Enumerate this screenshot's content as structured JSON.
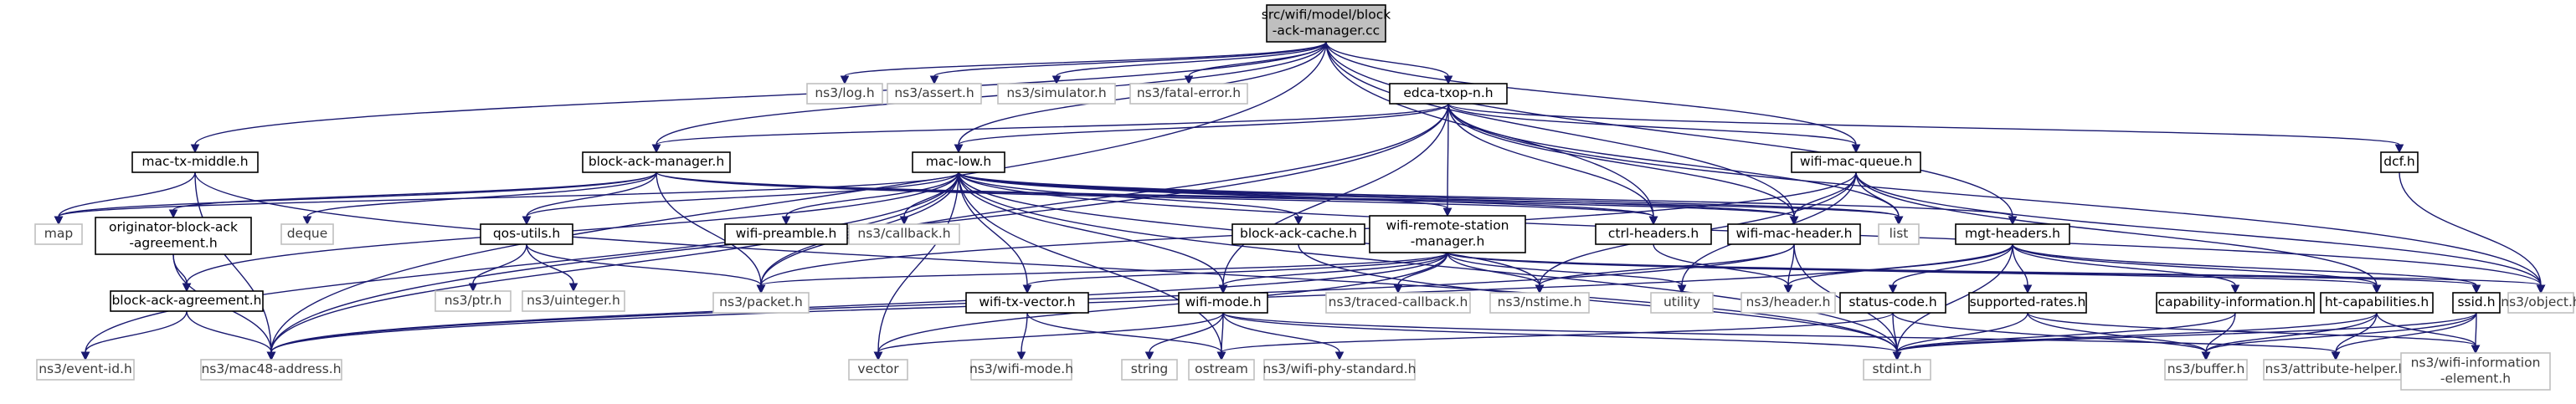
{
  "diagram": {
    "type": "include-dependency-graph",
    "colors": {
      "root_fill": "#bfbfbf",
      "root_stroke": "#000000",
      "node_stroke": "#000000",
      "external_stroke": "#bfbfbf",
      "external_text": "#3a3a3a",
      "edge": "#191970"
    },
    "nodes": [
      {
        "id": "root",
        "lines": [
          "src/wifi/model/block",
          "-ack-manager.cc"
        ],
        "kind": "root"
      },
      {
        "id": "ns3log",
        "lines": [
          "ns3/log.h"
        ],
        "kind": "external"
      },
      {
        "id": "ns3assert",
        "lines": [
          "ns3/assert.h"
        ],
        "kind": "external"
      },
      {
        "id": "ns3simulator",
        "lines": [
          "ns3/simulator.h"
        ],
        "kind": "external"
      },
      {
        "id": "ns3fatal",
        "lines": [
          "ns3/fatal-error.h"
        ],
        "kind": "external"
      },
      {
        "id": "edca",
        "lines": [
          "edca-txop-n.h"
        ],
        "kind": "internal"
      },
      {
        "id": "macmid",
        "lines": [
          "mac-tx-middle.h"
        ],
        "kind": "internal"
      },
      {
        "id": "bam",
        "lines": [
          "block-ack-manager.h"
        ],
        "kind": "internal"
      },
      {
        "id": "maclow",
        "lines": [
          "mac-low.h"
        ],
        "kind": "internal"
      },
      {
        "id": "wmq",
        "lines": [
          "wifi-mac-queue.h"
        ],
        "kind": "internal"
      },
      {
        "id": "dcf",
        "lines": [
          "dcf.h"
        ],
        "kind": "internal"
      },
      {
        "id": "map",
        "lines": [
          "map"
        ],
        "kind": "external"
      },
      {
        "id": "oba",
        "lines": [
          "originator-block-ack",
          "-agreement.h"
        ],
        "kind": "internal"
      },
      {
        "id": "deque",
        "lines": [
          "deque"
        ],
        "kind": "external"
      },
      {
        "id": "qos",
        "lines": [
          "qos-utils.h"
        ],
        "kind": "internal"
      },
      {
        "id": "wpre",
        "lines": [
          "wifi-preamble.h"
        ],
        "kind": "internal"
      },
      {
        "id": "ns3cb",
        "lines": [
          "ns3/callback.h"
        ],
        "kind": "external"
      },
      {
        "id": "bac",
        "lines": [
          "block-ack-cache.h"
        ],
        "kind": "internal"
      },
      {
        "id": "wrsm",
        "lines": [
          "wifi-remote-station",
          "-manager.h"
        ],
        "kind": "internal"
      },
      {
        "id": "ctrl",
        "lines": [
          "ctrl-headers.h"
        ],
        "kind": "internal"
      },
      {
        "id": "wmh",
        "lines": [
          "wifi-mac-header.h"
        ],
        "kind": "internal"
      },
      {
        "id": "list",
        "lines": [
          "list"
        ],
        "kind": "external"
      },
      {
        "id": "mgt",
        "lines": [
          "mgt-headers.h"
        ],
        "kind": "internal"
      },
      {
        "id": "baa",
        "lines": [
          "block-ack-agreement.h"
        ],
        "kind": "internal"
      },
      {
        "id": "ns3ptr",
        "lines": [
          "ns3/ptr.h"
        ],
        "kind": "external"
      },
      {
        "id": "ns3uint",
        "lines": [
          "ns3/uinteger.h"
        ],
        "kind": "external"
      },
      {
        "id": "ns3packet",
        "lines": [
          "ns3/packet.h"
        ],
        "kind": "external"
      },
      {
        "id": "wtv",
        "lines": [
          "wifi-tx-vector.h"
        ],
        "kind": "internal"
      },
      {
        "id": "wmode",
        "lines": [
          "wifi-mode.h"
        ],
        "kind": "internal"
      },
      {
        "id": "ns3tcb",
        "lines": [
          "ns3/traced-callback.h"
        ],
        "kind": "external"
      },
      {
        "id": "ns3nstime",
        "lines": [
          "ns3/nstime.h"
        ],
        "kind": "external"
      },
      {
        "id": "utility",
        "lines": [
          "utility"
        ],
        "kind": "external"
      },
      {
        "id": "ns3header",
        "lines": [
          "ns3/header.h"
        ],
        "kind": "external"
      },
      {
        "id": "status",
        "lines": [
          "status-code.h"
        ],
        "kind": "internal"
      },
      {
        "id": "suprates",
        "lines": [
          "supported-rates.h"
        ],
        "kind": "internal"
      },
      {
        "id": "capinfo",
        "lines": [
          "capability-information.h"
        ],
        "kind": "internal"
      },
      {
        "id": "htcap",
        "lines": [
          "ht-capabilities.h"
        ],
        "kind": "internal"
      },
      {
        "id": "ssid",
        "lines": [
          "ssid.h"
        ],
        "kind": "internal"
      },
      {
        "id": "ns3object",
        "lines": [
          "ns3/object.h"
        ],
        "kind": "external"
      },
      {
        "id": "ns3eventid",
        "lines": [
          "ns3/event-id.h"
        ],
        "kind": "external"
      },
      {
        "id": "ns3mac48",
        "lines": [
          "ns3/mac48-address.h"
        ],
        "kind": "external"
      },
      {
        "id": "vector",
        "lines": [
          "vector"
        ],
        "kind": "external"
      },
      {
        "id": "ns3wifimode",
        "lines": [
          "ns3/wifi-mode.h"
        ],
        "kind": "external"
      },
      {
        "id": "string",
        "lines": [
          "string"
        ],
        "kind": "external"
      },
      {
        "id": "ostream",
        "lines": [
          "ostream"
        ],
        "kind": "external"
      },
      {
        "id": "ns3wps",
        "lines": [
          "ns3/wifi-phy-standard.h"
        ],
        "kind": "external"
      },
      {
        "id": "stdint",
        "lines": [
          "stdint.h"
        ],
        "kind": "external"
      },
      {
        "id": "ns3buffer",
        "lines": [
          "ns3/buffer.h"
        ],
        "kind": "external"
      },
      {
        "id": "ns3attr",
        "lines": [
          "ns3/attribute-helper.h"
        ],
        "kind": "external"
      },
      {
        "id": "ns3wie",
        "lines": [
          "ns3/wifi-information",
          "-element.h"
        ],
        "kind": "external"
      }
    ],
    "edges": [
      [
        "root",
        "ns3log"
      ],
      [
        "root",
        "ns3assert"
      ],
      [
        "root",
        "ns3simulator"
      ],
      [
        "root",
        "ns3fatal"
      ],
      [
        "root",
        "edca"
      ],
      [
        "root",
        "macmid"
      ],
      [
        "root",
        "bam"
      ],
      [
        "root",
        "maclow"
      ],
      [
        "root",
        "wmq"
      ],
      [
        "root",
        "ctrl"
      ],
      [
        "root",
        "wmh"
      ],
      [
        "root",
        "mgt"
      ],
      [
        "root",
        "ns3mac48"
      ],
      [
        "edca",
        "bam"
      ],
      [
        "edca",
        "maclow"
      ],
      [
        "edca",
        "wmq"
      ],
      [
        "edca",
        "dcf"
      ],
      [
        "edca",
        "wrsm"
      ],
      [
        "edca",
        "ctrl"
      ],
      [
        "edca",
        "wmh"
      ],
      [
        "edca",
        "list"
      ],
      [
        "edca",
        "ns3packet"
      ],
      [
        "edca",
        "ns3mac48"
      ],
      [
        "edca",
        "ns3object"
      ],
      [
        "edca",
        "wmode"
      ],
      [
        "macmid",
        "map"
      ],
      [
        "macmid",
        "ns3mac48"
      ],
      [
        "macmid",
        "stdint"
      ],
      [
        "bam",
        "map"
      ],
      [
        "bam",
        "oba"
      ],
      [
        "bam",
        "deque"
      ],
      [
        "bam",
        "qos"
      ],
      [
        "bam",
        "ns3packet"
      ],
      [
        "bam",
        "ctrl"
      ],
      [
        "bam",
        "wmh"
      ],
      [
        "bam",
        "list"
      ],
      [
        "maclow",
        "map"
      ],
      [
        "maclow",
        "vector"
      ],
      [
        "maclow",
        "qos"
      ],
      [
        "maclow",
        "wpre"
      ],
      [
        "maclow",
        "ns3cb"
      ],
      [
        "maclow",
        "bac"
      ],
      [
        "maclow",
        "wrsm"
      ],
      [
        "maclow",
        "ctrl"
      ],
      [
        "maclow",
        "wmh"
      ],
      [
        "maclow",
        "list"
      ],
      [
        "maclow",
        "mgt"
      ],
      [
        "maclow",
        "baa"
      ],
      [
        "maclow",
        "ns3packet"
      ],
      [
        "maclow",
        "wtv"
      ],
      [
        "maclow",
        "wmode"
      ],
      [
        "maclow",
        "ns3nstime"
      ],
      [
        "maclow",
        "ns3eventid"
      ],
      [
        "maclow",
        "ns3mac48"
      ],
      [
        "maclow",
        "ostream"
      ],
      [
        "maclow",
        "stdint"
      ],
      [
        "maclow",
        "ns3object"
      ],
      [
        "wmq",
        "list"
      ],
      [
        "wmq",
        "utility"
      ],
      [
        "wmq",
        "wmh"
      ],
      [
        "wmq",
        "ns3nstime"
      ],
      [
        "wmq",
        "ns3packet"
      ],
      [
        "wmq",
        "ns3object"
      ],
      [
        "wmq",
        "htcap"
      ],
      [
        "dcf",
        "ns3object"
      ],
      [
        "oba",
        "baa"
      ],
      [
        "oba",
        "ns3mac48"
      ],
      [
        "qos",
        "ns3ptr"
      ],
      [
        "qos",
        "ns3uint"
      ],
      [
        "qos",
        "ns3packet"
      ],
      [
        "bac",
        "stdint"
      ],
      [
        "wrsm",
        "vector"
      ],
      [
        "wrsm",
        "utility"
      ],
      [
        "wrsm",
        "wtv"
      ],
      [
        "wrsm",
        "wmode"
      ],
      [
        "wrsm",
        "ns3tcb"
      ],
      [
        "wrsm",
        "ns3nstime"
      ],
      [
        "wrsm",
        "ns3packet"
      ],
      [
        "wrsm",
        "ns3mac48"
      ],
      [
        "wrsm",
        "ns3object"
      ],
      [
        "wrsm",
        "htcap"
      ],
      [
        "wrsm",
        "ssid"
      ],
      [
        "ctrl",
        "ns3header"
      ],
      [
        "wmh",
        "ns3header"
      ],
      [
        "wmh",
        "ns3nstime"
      ],
      [
        "wmh",
        "ns3mac48"
      ],
      [
        "wmh",
        "stdint"
      ],
      [
        "mgt",
        "ns3header"
      ],
      [
        "mgt",
        "status"
      ],
      [
        "mgt",
        "suprates"
      ],
      [
        "mgt",
        "capinfo"
      ],
      [
        "mgt",
        "htcap"
      ],
      [
        "mgt",
        "ssid"
      ],
      [
        "mgt",
        "stdint"
      ],
      [
        "mgt",
        "ns3mac48"
      ],
      [
        "baa",
        "ns3eventid"
      ],
      [
        "baa",
        "ns3mac48"
      ],
      [
        "wtv",
        "ns3wifimode"
      ],
      [
        "wtv",
        "ostream"
      ],
      [
        "wmode",
        "vector"
      ],
      [
        "wmode",
        "string"
      ],
      [
        "wmode",
        "ostream"
      ],
      [
        "wmode",
        "ns3wps"
      ],
      [
        "wmode",
        "stdint"
      ],
      [
        "wmode",
        "ns3attr"
      ],
      [
        "status",
        "ostream"
      ],
      [
        "status",
        "stdint"
      ],
      [
        "status",
        "ns3buffer"
      ],
      [
        "suprates",
        "ns3buffer"
      ],
      [
        "suprates",
        "stdint"
      ],
      [
        "suprates",
        "ns3wie"
      ],
      [
        "capinfo",
        "stdint"
      ],
      [
        "capinfo",
        "ns3buffer"
      ],
      [
        "htcap",
        "stdint"
      ],
      [
        "htcap",
        "ns3buffer"
      ],
      [
        "htcap",
        "ns3attr"
      ],
      [
        "htcap",
        "ns3wie"
      ],
      [
        "ssid",
        "stdint"
      ],
      [
        "ssid",
        "ns3buffer"
      ],
      [
        "ssid",
        "ns3attr"
      ],
      [
        "ssid",
        "ns3wie"
      ]
    ]
  }
}
